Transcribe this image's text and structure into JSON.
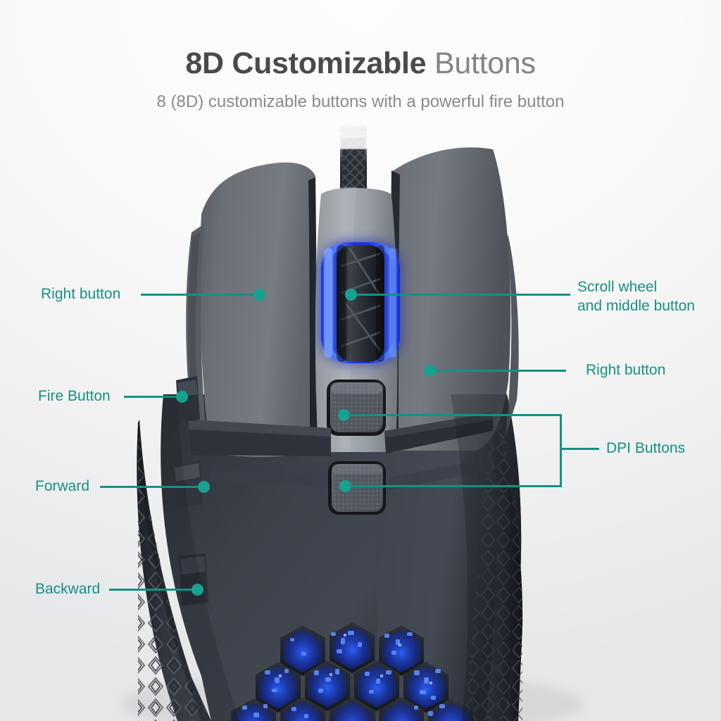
{
  "header": {
    "title_strong": "8D Customizable",
    "title_light": "Buttons",
    "subtitle": "8 (8D) customizable buttons with a powerful fire button"
  },
  "colors": {
    "accent_teal": "#159183",
    "dot_teal": "#16a290",
    "title_dark": "#4a4a4a",
    "title_light": "#848484",
    "subtitle_gray": "#8a8a8a",
    "background_top": "#fdfdfd",
    "background_bottom": "#e6e7e8",
    "mouse_top_gray": "#6e7277",
    "mouse_body_dark": "#3a3f48",
    "rgb_blue": "#1b3df0"
  },
  "callouts": [
    {
      "id": "right-button-left",
      "label": "Right button",
      "side": "left"
    },
    {
      "id": "fire-button",
      "label": "Fire Button",
      "side": "left"
    },
    {
      "id": "forward",
      "label": "Forward",
      "side": "left"
    },
    {
      "id": "backward",
      "label": "Backward",
      "side": "left"
    },
    {
      "id": "scroll-wheel",
      "label_line1": "Scroll wheel",
      "label_line2": "and middle button",
      "side": "right"
    },
    {
      "id": "right-button-right",
      "label": "Right button",
      "side": "right"
    },
    {
      "id": "dpi-buttons",
      "label": "DPI Buttons",
      "side": "right"
    }
  ],
  "product": {
    "icon_name": "gaming-mouse",
    "features": {
      "scroll_wheel": "blue-illuminated-scroll-wheel",
      "dpi_buttons_count": 2,
      "side_buttons": [
        "Forward",
        "Backward"
      ],
      "fire_button": "left-side-fire-button",
      "honeycomb_rgb": "hexagon-rgb-lighting-panel",
      "cable": "braided-cable"
    }
  }
}
